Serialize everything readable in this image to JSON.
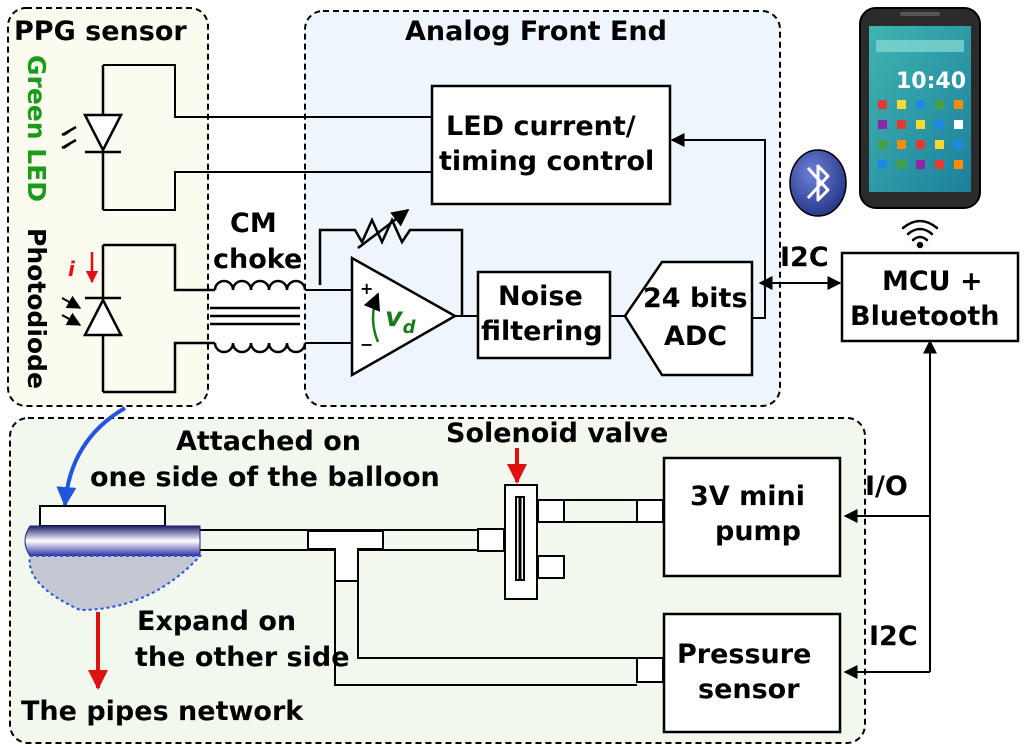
{
  "panels": {
    "ppg_title": "PPG sensor",
    "afe_title": "Analog Front End"
  },
  "ppg": {
    "led_label": "Green LED",
    "photodiode_label": "Photodiode",
    "current_symbol": "i",
    "led_color": "#1a9c1a"
  },
  "afe": {
    "led_control_line1": "LED current/",
    "led_control_line2": "timing control",
    "noise_line1": "Noise",
    "noise_line2": "filtering",
    "adc_line1": "24 bits",
    "adc_line2": "ADC",
    "amp_plus": "+",
    "amp_minus": "−",
    "amp_voltage": "v",
    "amp_voltage_sub": "d",
    "choke_line1": "CM",
    "choke_line2": "choke"
  },
  "mcu": {
    "line1": "MCU +",
    "line2": "Bluetooth",
    "i2c_top": "I2C",
    "io": "I/O",
    "i2c_bottom": "I2C"
  },
  "phone": {
    "time": "10:40"
  },
  "pneumatics": {
    "attached_line1": "Attached on",
    "attached_line2": "one side of the balloon",
    "solenoid": "Solenoid valve",
    "pump_line1": "3V mini",
    "pump_line2": "pump",
    "pressure_line1": "Pressure",
    "pressure_line2": "sensor",
    "expand_line1": "Expand on",
    "expand_line2": "the other side",
    "pipes": "The pipes network"
  },
  "colors": {
    "afe_bg": "#eef5fb",
    "ppg_bg": "#fcfbf0",
    "pneu_bg": "#f2f8ee",
    "red_arrow": "#e01010",
    "blue_arrow": "#2255dd",
    "balloon_blue": "#2a2fa0",
    "balloon_gray": "#c5c7d2",
    "bluetooth": "#3b4ca8"
  },
  "icons": [
    "bluetooth-icon",
    "smartphone-icon",
    "wifi-icon"
  ]
}
